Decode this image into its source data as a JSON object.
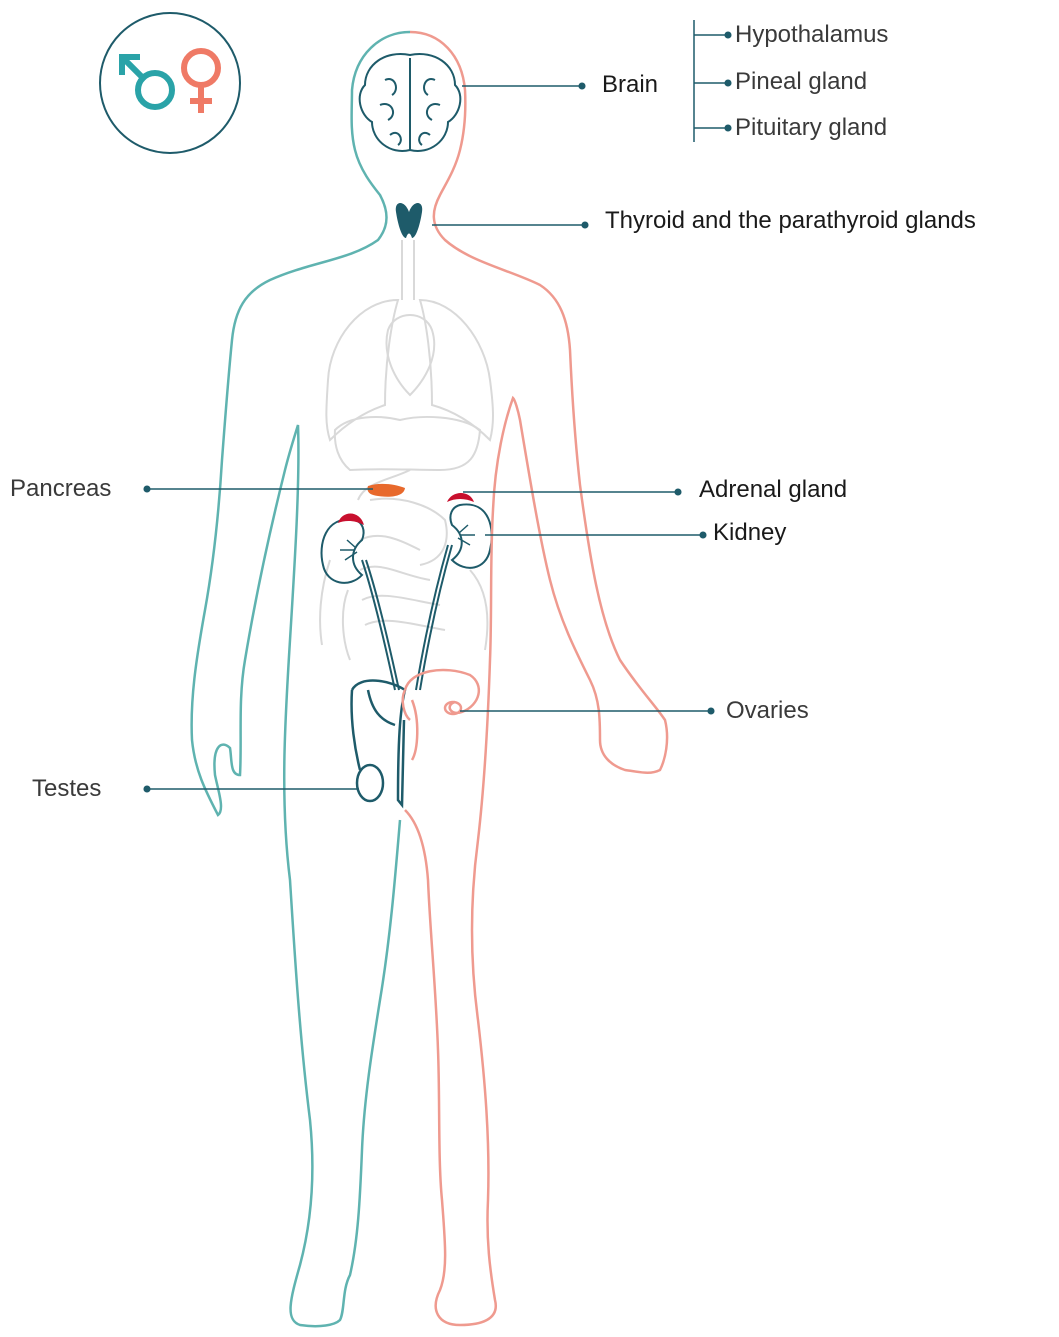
{
  "labels": {
    "brain": "Brain",
    "hypothalamus": "Hypothalamus",
    "pineal": "Pineal gland",
    "pituitary": "Pituitary gland",
    "thyroid": "Thyroid and the parathyroid glands",
    "pancreas": "Pancreas",
    "adrenal": "Adrenal gland",
    "kidney": "Kidney",
    "ovaries": "Ovaries",
    "testes": "Testes"
  },
  "icons": {
    "male": "male-symbol-icon",
    "female": "female-symbol-icon"
  },
  "colors": {
    "male_outline": "#5fb3b0",
    "female_outline": "#ef9a8f",
    "leader_line": "#1e5b6a",
    "organ_dark": "#1e5b6a",
    "organ_faint": "#d9d9d9",
    "pancreas": "#e8692c",
    "adrenal": "#c8102e",
    "badge_border": "#1e5b6a"
  }
}
